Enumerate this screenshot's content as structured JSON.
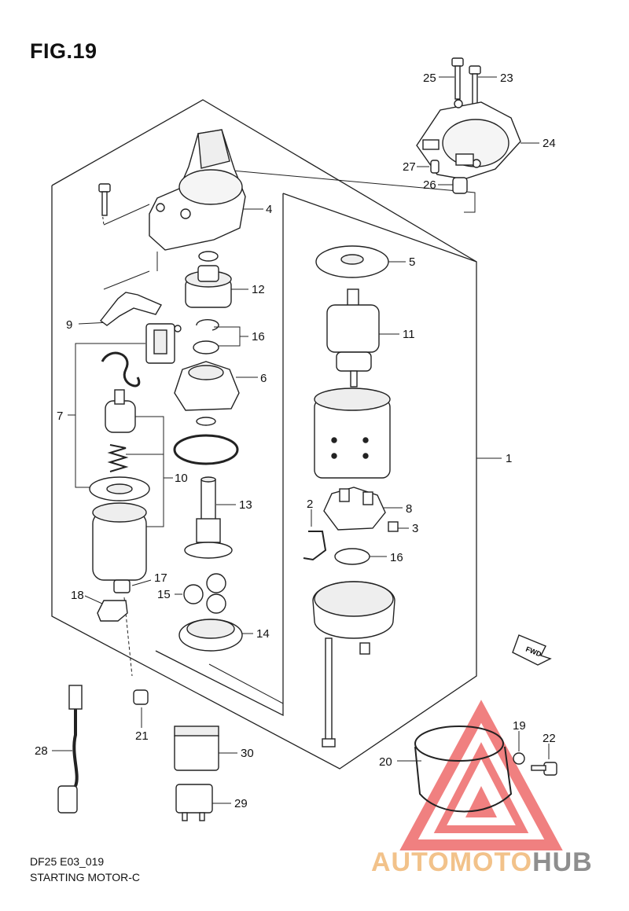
{
  "figure": {
    "title": "FIG.19"
  },
  "footer": {
    "model_code": "DF25 E03_019",
    "caption": "STARTING MOTOR-C"
  },
  "fwd_badge": {
    "label": "FWD"
  },
  "watermark": {
    "part1": "AUTOMOTO",
    "part2": "HUB",
    "color_1": "#f2c28a",
    "color_2": "#8e8e8e",
    "triangle_color": "#ee6a6a"
  },
  "callouts": [
    "1",
    "2",
    "3",
    "4",
    "5",
    "6",
    "7",
    "8",
    "9",
    "10",
    "11",
    "12",
    "13",
    "14",
    "15",
    "16",
    "16",
    "17",
    "18",
    "19",
    "20",
    "21",
    "22",
    "23",
    "24",
    "25",
    "26",
    "27",
    "28",
    "29",
    "30"
  ]
}
